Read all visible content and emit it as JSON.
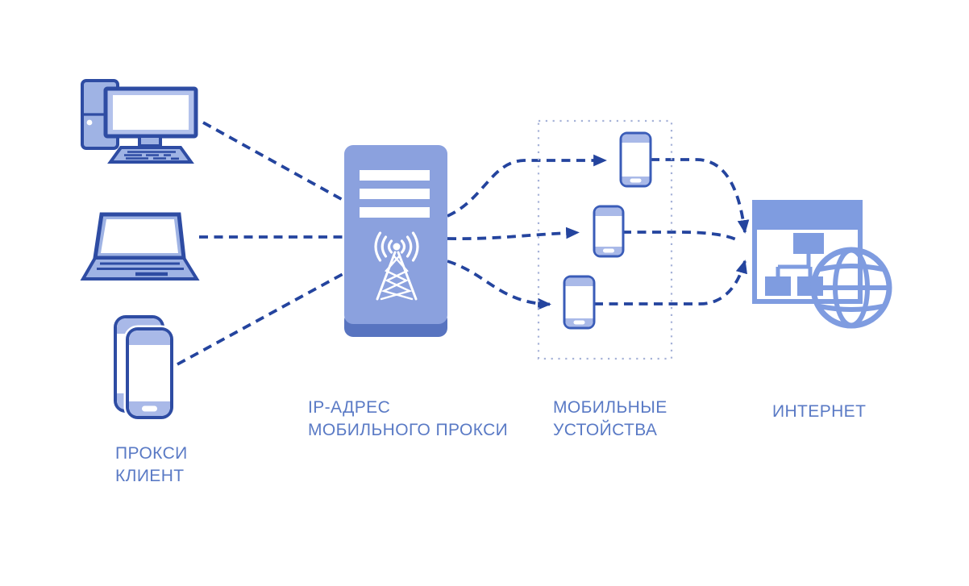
{
  "title": "Mobile proxy network diagram",
  "colors": {
    "background": "#ffffff",
    "outline_navy": "#2e4ca3",
    "dash_navy": "#24449e",
    "fill_light": "#9fb3e4",
    "fill_band": "#a9b9e8",
    "monitor_bezel": "#b3c2ec",
    "server_body": "#8ba1de",
    "server_base": "#5874c0",
    "periwinkle": "#7f9ce0",
    "phone_outline": "#3a5cb8",
    "dotted_border": "#a6b2d8",
    "label_text": "#5a7ac5"
  },
  "nodes": {
    "proxy_client": {
      "label_line1": "ПРОКСИ",
      "label_line2": "КЛИЕНТ",
      "icons": [
        "desktop-computer-icon",
        "laptop-icon",
        "smartphones-icon"
      ]
    },
    "proxy_server": {
      "label_line1": "IP-АДРЕС",
      "label_line2": "МОБИЛЬНОГО ПРОКСИ",
      "icon": "server-antenna-icon"
    },
    "mobile_devices": {
      "label_line1": "МОБИЛЬНЫЕ",
      "label_line2": "УСТОЙСТВА",
      "phone_count": 3,
      "boundary": "dotted-rectangle"
    },
    "internet": {
      "label_line1": "ИНТЕРНЕТ",
      "icon": "browser-globe-icon"
    }
  },
  "connections": {
    "style": "dashed",
    "arrowed": [
      "server-to-phone-1",
      "server-to-phone-2",
      "server-to-phone-3",
      "phones-to-internet-upper",
      "phones-to-internet-lower"
    ]
  }
}
